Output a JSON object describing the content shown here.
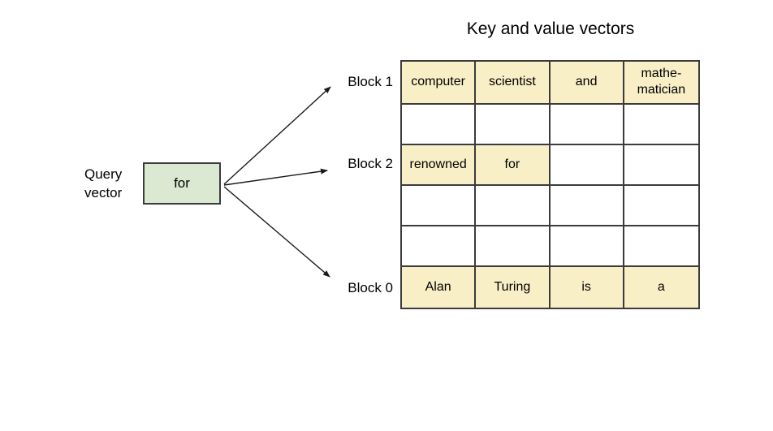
{
  "title": "Key and value vectors",
  "query": {
    "label": "Query\nvector",
    "box_text": "for"
  },
  "blocks": [
    {
      "label": "Block 1"
    },
    {
      "label": "Block 2"
    },
    {
      "label": "Block 0"
    }
  ],
  "table": {
    "rows": [
      {
        "cells": [
          {
            "text": "computer",
            "highlight": true
          },
          {
            "text": "scientist",
            "highlight": true
          },
          {
            "text": "and",
            "highlight": true
          },
          {
            "text": "mathe-\nmatician",
            "highlight": true
          }
        ]
      },
      {
        "cells": [
          {
            "text": "",
            "highlight": false
          },
          {
            "text": "",
            "highlight": false
          },
          {
            "text": "",
            "highlight": false
          },
          {
            "text": "",
            "highlight": false
          }
        ]
      },
      {
        "cells": [
          {
            "text": "renowned",
            "highlight": true
          },
          {
            "text": "for",
            "highlight": true
          },
          {
            "text": "",
            "highlight": false
          },
          {
            "text": "",
            "highlight": false
          }
        ]
      },
      {
        "cells": [
          {
            "text": "",
            "highlight": false
          },
          {
            "text": "",
            "highlight": false
          },
          {
            "text": "",
            "highlight": false
          },
          {
            "text": "",
            "highlight": false
          }
        ]
      },
      {
        "cells": [
          {
            "text": "",
            "highlight": false
          },
          {
            "text": "",
            "highlight": false
          },
          {
            "text": "",
            "highlight": false
          },
          {
            "text": "",
            "highlight": false
          }
        ]
      },
      {
        "cells": [
          {
            "text": "Alan",
            "highlight": true
          },
          {
            "text": "Turing",
            "highlight": true
          },
          {
            "text": "is",
            "highlight": true
          },
          {
            "text": "a",
            "highlight": true
          }
        ]
      }
    ]
  },
  "colors": {
    "highlight": "#f9efc7",
    "query_box": "#dbe8d2",
    "border": "#3b3b3b",
    "arrow": "#1a1a1a"
  }
}
